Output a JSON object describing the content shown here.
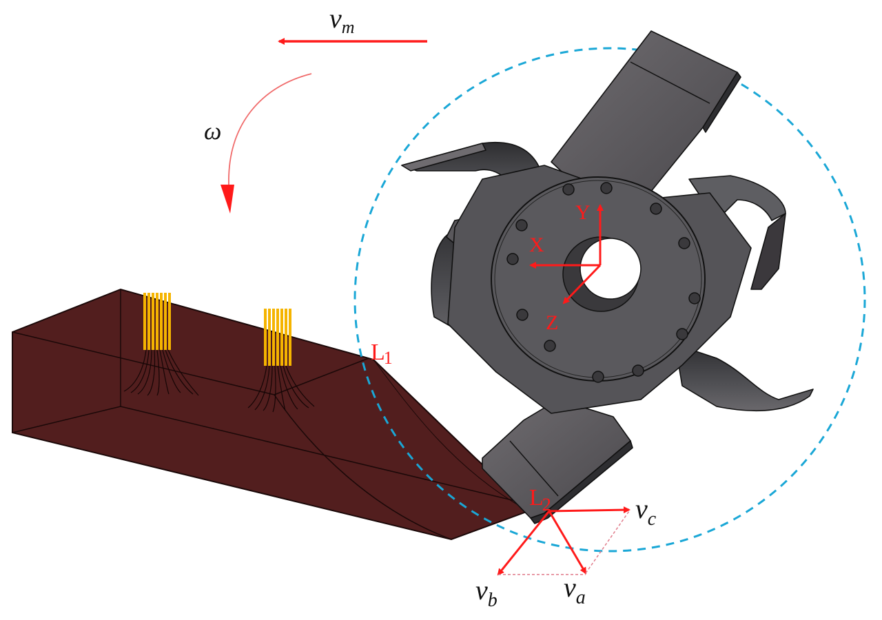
{
  "figure": {
    "type": "tiller-blade-soil-interaction-diagram",
    "labels": {
      "vm_main": "v",
      "vm_sub": "m",
      "omega": "ω",
      "axis_x": "X",
      "axis_y": "Y",
      "axis_z": "Z",
      "l1_main": "L",
      "l1_sub": "1",
      "l2_main": "L",
      "l2_sub": "2",
      "vc_main": "v",
      "vc_sub": "c",
      "vb_main": "v",
      "vb_sub": "b",
      "va_main": "v",
      "va_sub": "a"
    },
    "colors": {
      "vector_red": "#ff1a1a",
      "omega_arc": "#f06a6a",
      "rotation_circle": "#1aa7d6",
      "soil": "#521e1e",
      "soil_edge": "#1a0808",
      "blade_dark": "#3e3e42",
      "blade_mid": "#5e5e62",
      "blade_light": "#6f6c70",
      "sensor_gold": "#f5b400",
      "hole_white": "#ffffff"
    },
    "components": {
      "soil_block": "soil bin block with curved cut",
      "sensors": [
        "sensor-array-1",
        "sensor-array-2"
      ],
      "tiller": "rotary tiller disc with 6 blades and 12 bolt holes",
      "coordinate_axes": [
        "X",
        "Y",
        "Z"
      ],
      "velocity_vectors": [
        "v_m",
        "v_a",
        "v_b",
        "v_c"
      ]
    }
  }
}
